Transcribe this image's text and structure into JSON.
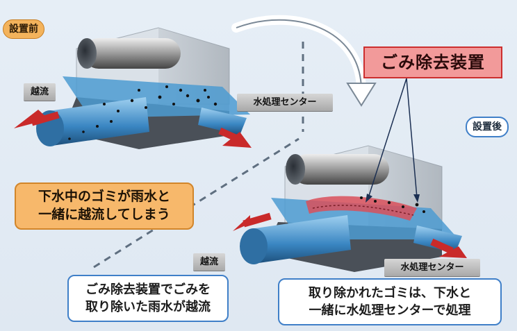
{
  "labels": {
    "before": "設置前",
    "after": "設置後",
    "device": "ごみ除去装置",
    "overflow_top": "越流",
    "water_center_top": "水処理センター",
    "overflow_bottom": "越流",
    "water_center_bottom": "水処理センター"
  },
  "callouts": {
    "before_desc": [
      "下水中のゴミが雨水と",
      "一緒に越流してしまう"
    ],
    "after_left": [
      "ごみ除去装置でごみを",
      "取り除いた雨水が越流"
    ],
    "after_right": [
      "取り除かれたゴミは、下水と",
      "一緒に水処理センターで処理"
    ]
  },
  "colors": {
    "accent_red": "#cc2e2e",
    "pipe_blue": "#3a86c2",
    "box_blue": "#3f7fc8",
    "orange": "#f7b86b"
  }
}
